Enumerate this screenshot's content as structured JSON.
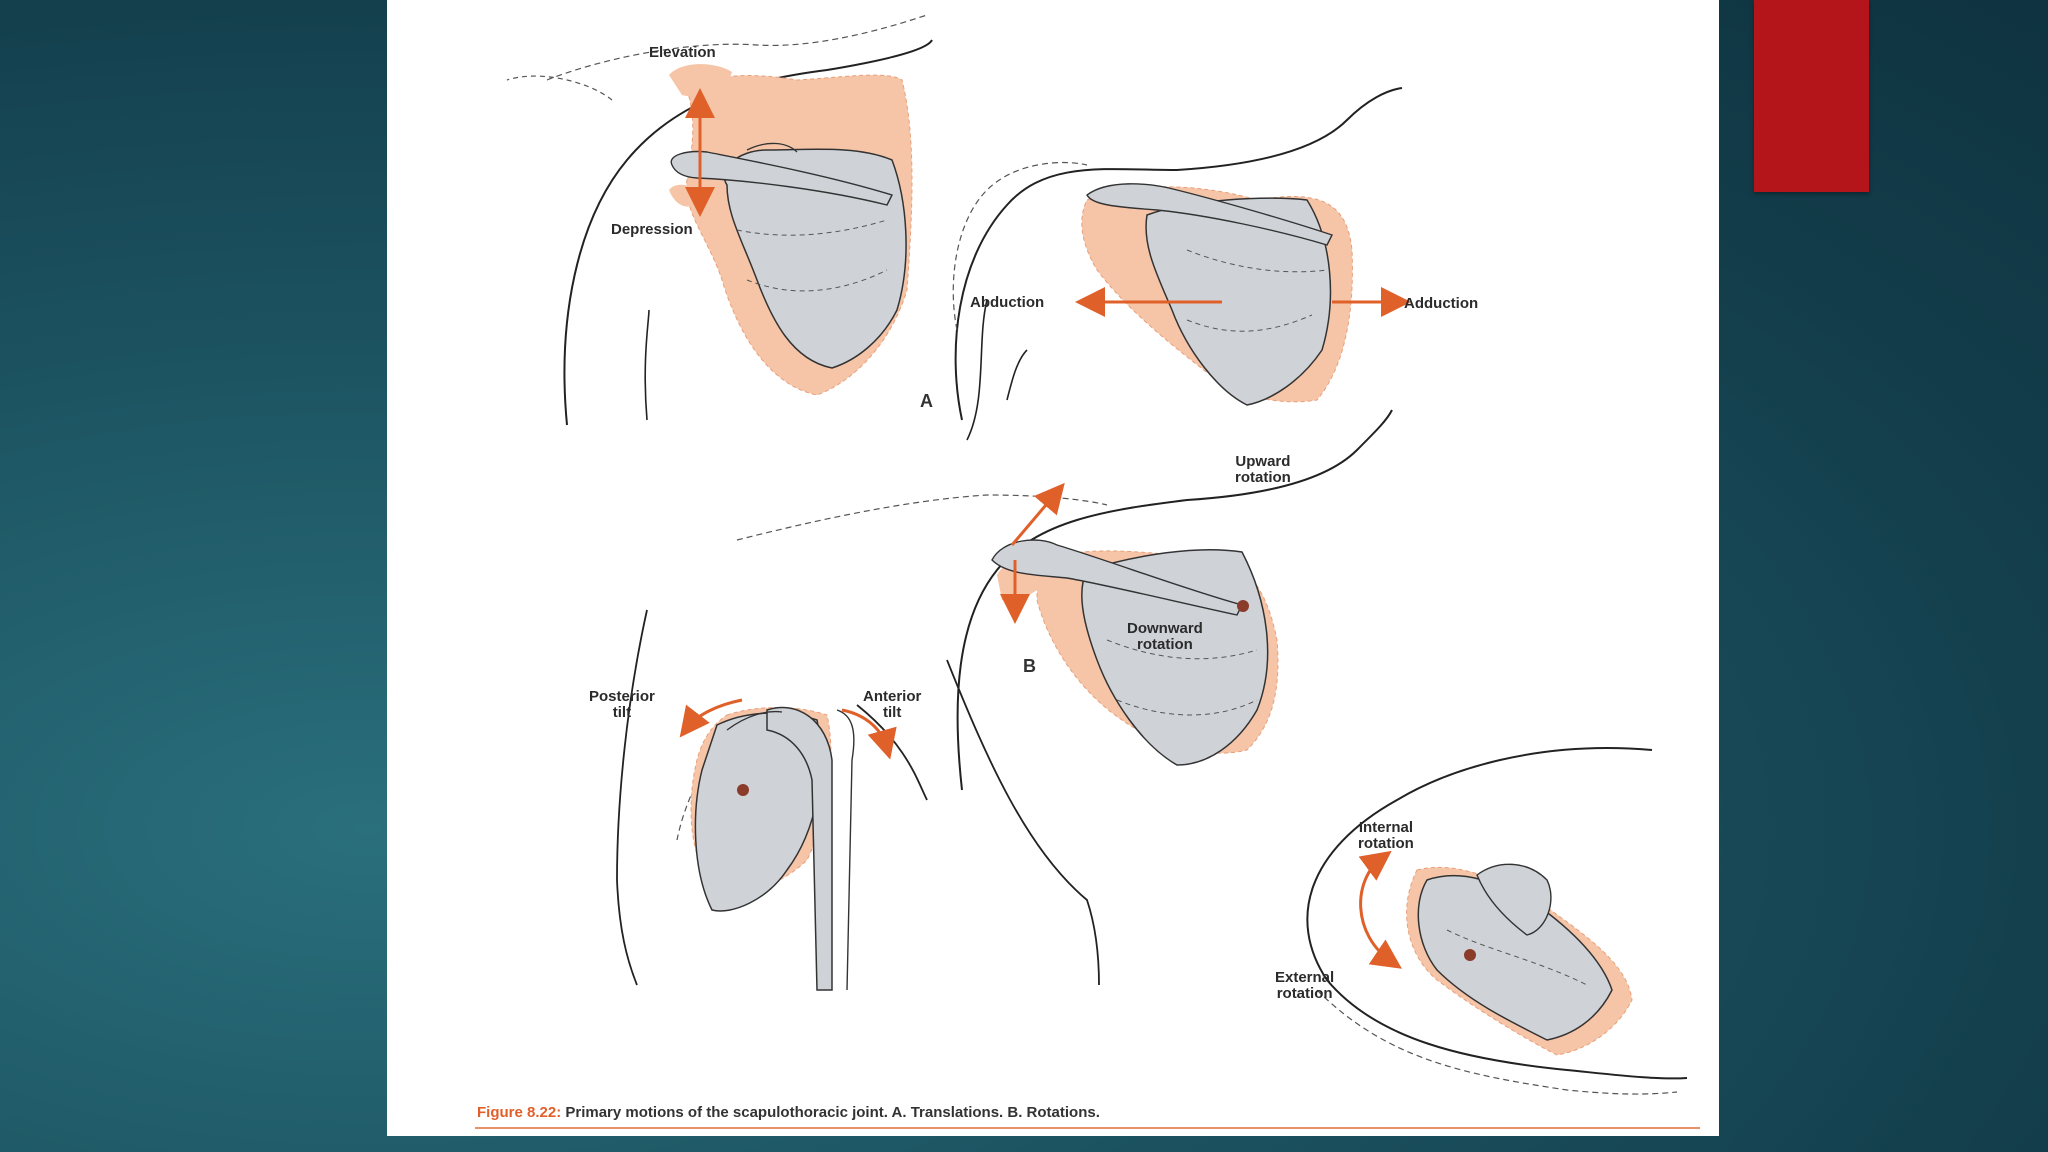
{
  "figure": {
    "labels": {
      "elevation": "Elevation",
      "depression": "Depression",
      "abduction": "Abduction",
      "adduction": "Adduction",
      "upward_rotation": "Upward\nrotation",
      "downward_rotation": "Downward\nrotation",
      "posterior_tilt": "Posterior\ntilt",
      "anterior_tilt": "Anterior\ntilt",
      "internal_rotation": "Internal\nrotation",
      "external_rotation": "External\nrotation"
    },
    "panel_letters": {
      "a": "A",
      "b": "B"
    },
    "caption": {
      "figure_number": "Figure 8.22:",
      "text": " Primary motions of the scapulothoracic joint. A. Translations. B. Rotations."
    }
  },
  "colors": {
    "accent_bar": "#b3151a",
    "bone_fill": "#cfd3d8",
    "motion_fill": "#f6c4a7",
    "arrow": "#e0602a"
  }
}
